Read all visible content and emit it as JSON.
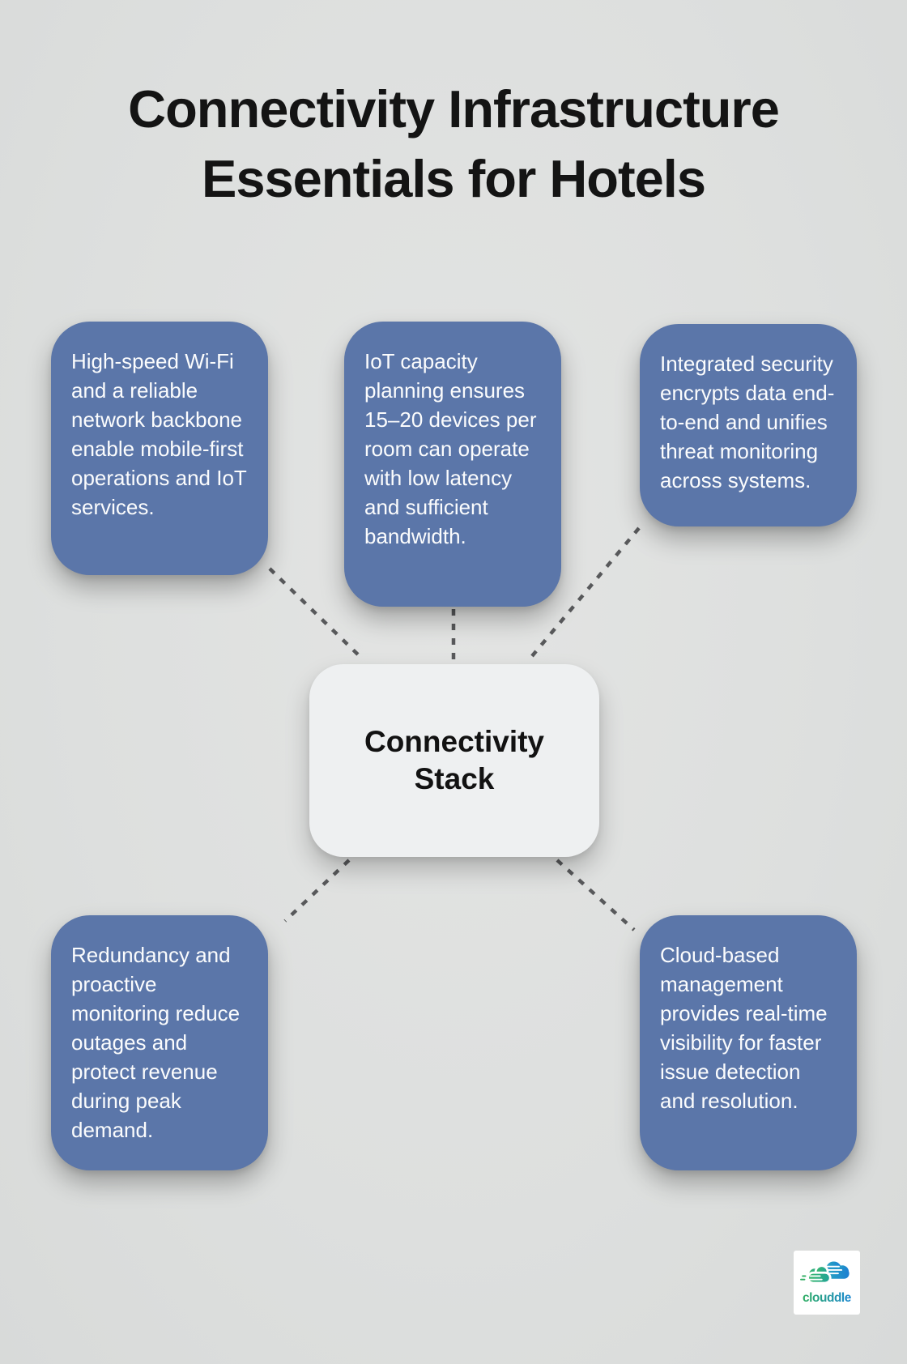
{
  "title": {
    "line1": "Connectivity Infrastructure",
    "line2": "Essentials for Hotels"
  },
  "center": {
    "label": "Connectivity Stack"
  },
  "nodes": [
    {
      "id": "wifi",
      "text": "High-speed Wi-Fi and a reliable network backbone enable mobile-first operations and IoT services."
    },
    {
      "id": "capacity",
      "text": "IoT capacity planning ensures 15–20 devices per room can operate with low latency and sufficient bandwidth."
    },
    {
      "id": "security",
      "text": "Integrated security encrypts data end-to-end and unifies threat monitoring across systems."
    },
    {
      "id": "redundancy",
      "text": "Redundancy and proactive monitoring reduce outages and protect revenue during peak demand."
    },
    {
      "id": "cloud",
      "text": "Cloud-based management provides real-time visibility for faster issue detection and resolution."
    }
  ],
  "logo": {
    "brand": "clouddle"
  },
  "colors": {
    "background": "#dfe1e0",
    "node_fill": "#5b76a9",
    "node_text": "#fbfcfd",
    "center_fill": "#eef0f1",
    "connector": "#58595b",
    "title_text": "#141414",
    "logo_green": "#2fae62",
    "logo_blue": "#1b87d3"
  }
}
